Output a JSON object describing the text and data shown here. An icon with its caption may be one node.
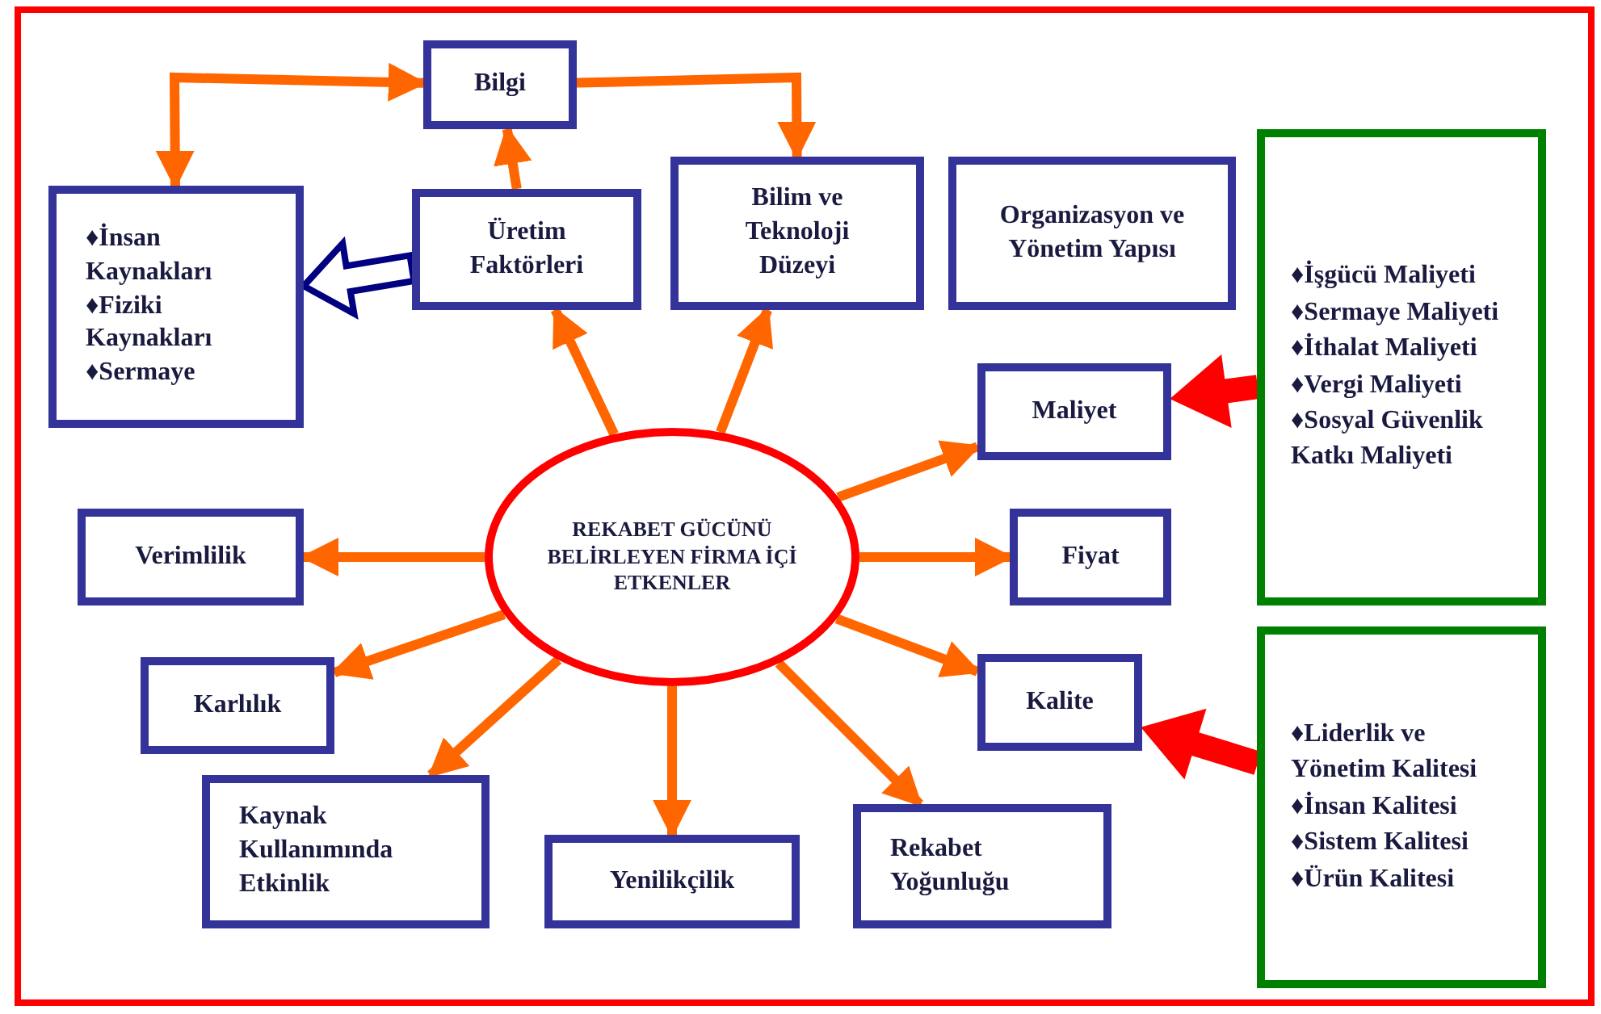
{
  "diagram": {
    "nodes": [
      {
        "text": [
          "Bilgi"
        ]
      },
      {
        "text": [
          "♦İnsan Kaynakları",
          "♦Fiziki Kaynakları",
          "♦Sermaye"
        ]
      },
      {
        "text": [
          "Üretim Faktörleri"
        ]
      },
      {
        "text": [
          "Bilim ve Teknoloji Düzeyi"
        ]
      },
      {
        "text": [
          "Organizasyon ve Yönetim Yapısı"
        ]
      },
      {
        "text": [
          "♦İşgücü Maliyeti",
          "♦Sermaye Maliyeti",
          "♦İthalat Maliyeti",
          "♦Vergi Maliyeti",
          "♦Sosyal Güvenlik Katkı Maliyeti"
        ]
      },
      {
        "text": [
          "Maliyet"
        ]
      },
      {
        "text": [
          "REKABET GÜCÜNÜ BELİRLEYEN FİRMA İÇİ ETKENLER"
        ]
      },
      {
        "text": [
          "Verimlilik"
        ]
      },
      {
        "text": [
          "Fiyat"
        ]
      },
      {
        "text": [
          "Karlılık"
        ]
      },
      {
        "text": [
          "Kalite"
        ]
      },
      {
        "text": [
          "♦Liderlik ve Yönetim Kalitesi",
          "♦İnsan Kalitesi",
          "♦Sistem Kalitesi",
          "♦Ürün Kalitesi"
        ]
      },
      {
        "text": [
          "Kaynak Kullanımında Etkinlik"
        ]
      },
      {
        "text": [
          "Yenilikçilik"
        ]
      },
      {
        "text": [
          "Rekabet Yoğunluğu"
        ]
      }
    ],
    "edges": [
      {
        "from": 0,
        "to": 1,
        "arrow": "both"
      },
      {
        "from": 0,
        "to": 3,
        "arrow": "to"
      },
      {
        "from": 2,
        "to": 0,
        "arrow": "to"
      },
      {
        "from": 2,
        "to": 1,
        "arrow": "to",
        "style": "thick",
        "color": "#000080"
      },
      {
        "from": 7,
        "to": 2,
        "arrow": "to"
      },
      {
        "from": 7,
        "to": 3,
        "arrow": "to"
      },
      {
        "from": 7,
        "to": 6,
        "arrow": "to"
      },
      {
        "from": 7,
        "to": 9,
        "arrow": "to"
      },
      {
        "from": 7,
        "to": 11,
        "arrow": "to"
      },
      {
        "from": 7,
        "to": 15,
        "arrow": "to"
      },
      {
        "from": 7,
        "to": 14,
        "arrow": "to"
      },
      {
        "from": 7,
        "to": 13,
        "arrow": "to"
      },
      {
        "from": 7,
        "to": 10,
        "arrow": "to"
      },
      {
        "from": 7,
        "to": 8,
        "arrow": "to"
      },
      {
        "from": 5,
        "to": 6,
        "arrow": "to",
        "style": "thick",
        "color": "#ff0000"
      },
      {
        "from": 12,
        "to": 11,
        "arrow": "to",
        "style": "thick",
        "color": "#ff0000"
      }
    ]
  }
}
